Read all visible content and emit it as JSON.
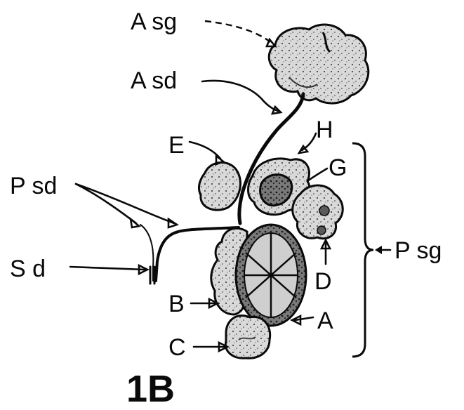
{
  "figure_label": "1B",
  "labels": {
    "Asg": "A sg",
    "Asd": "A sd",
    "E": "E",
    "H": "H",
    "G": "G",
    "Psd": "P sd",
    "Sd": "S d",
    "Psg": "P sg",
    "D": "D",
    "B": "B",
    "A": "A",
    "C": "C"
  }
}
